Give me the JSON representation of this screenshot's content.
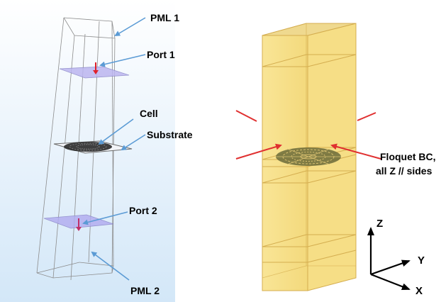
{
  "labels": {
    "pml1": "PML 1",
    "port1": "Port 1",
    "cell": "Cell",
    "substrate": "Substrate",
    "port2": "Port 2",
    "pml2": "PML 2",
    "floquet_line1": "Floquet BC,",
    "floquet_line2": "all Z // sides",
    "axis_z": "Z",
    "axis_y": "Y",
    "axis_x": "X"
  },
  "colors": {
    "left_bg_top": "#ffffff",
    "left_bg_bottom": "#d6e9f8",
    "wire": "#8c8c8c",
    "port_fill": "#b7b4f0",
    "callout": "#5b9bd5",
    "port_arrow": "#e0202a",
    "box_fill": "#f7e08a",
    "box_edge": "#d9b24a",
    "red_arrow": "#e03030",
    "cell_pattern": "#6b6b3a"
  }
}
